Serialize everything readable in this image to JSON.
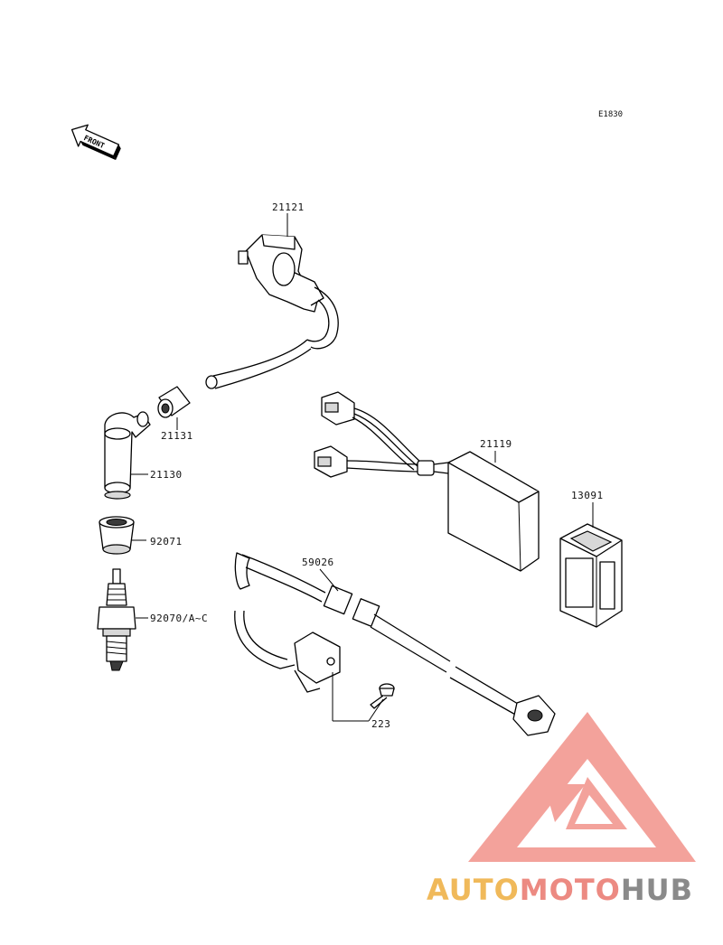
{
  "diagram": {
    "ref_code": "E1830",
    "front_label": "FRONT",
    "parts": {
      "ignition_coil": "21121",
      "plug_cap_adapter": "21131",
      "plug_cap": "21130",
      "cap_seal": "92071",
      "spark_plug": "92070/A~C",
      "igniter": "21119",
      "regulator": "13091",
      "pickup_coil": "59026",
      "screw": "223"
    }
  },
  "watermark": {
    "brand_auto": "AUTO",
    "brand_moto": "MOTO",
    "brand_hub": "HUB",
    "colors": {
      "auto": "#f0b95a",
      "moto": "#ec8a82",
      "hub": "#8a8a8a",
      "triangle": "#f2928a"
    }
  }
}
